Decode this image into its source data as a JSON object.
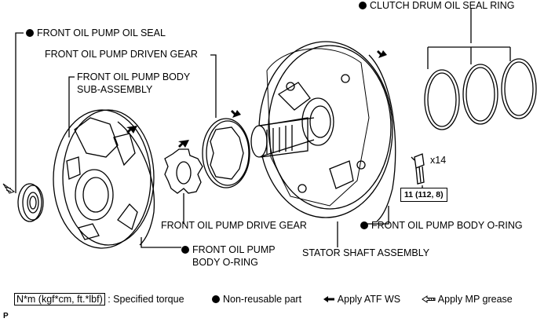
{
  "labels": {
    "clutch_drum_oil_seal_ring": "CLUTCH DRUM OIL SEAL RING",
    "front_oil_pump_oil_seal": "FRONT OIL PUMP OIL SEAL",
    "front_oil_pump_driven_gear": "FRONT OIL PUMP DRIVEN GEAR",
    "front_oil_pump_body_sub_assembly_1": "FRONT OIL PUMP BODY",
    "front_oil_pump_body_sub_assembly_2": "SUB-ASSEMBLY",
    "bolt_count": "x14",
    "torque_value": "11 (112, 8)",
    "front_oil_pump_drive_gear": "FRONT OIL PUMP DRIVE GEAR",
    "front_oil_pump_body_o_ring_right": "FRONT OIL PUMP BODY O-RING",
    "front_oil_pump_body_o_ring_left_1": "FRONT OIL PUMP",
    "front_oil_pump_body_o_ring_left_2": "BODY O-RING",
    "stator_shaft_assembly": "STATOR SHAFT ASSEMBLY",
    "corner_letter": "P"
  },
  "legend": {
    "torque_units": "N*m (kgf*cm, ft.*lbf)",
    "torque_desc": ": Specified torque",
    "non_reusable": "Non-reusable part",
    "apply_atf": "Apply ATF WS",
    "apply_mp": "Apply MP grease"
  },
  "icons": [
    "non-reusable-dot-icon",
    "apply-atf-arrow-icon",
    "apply-mp-grease-arrow-icon"
  ]
}
